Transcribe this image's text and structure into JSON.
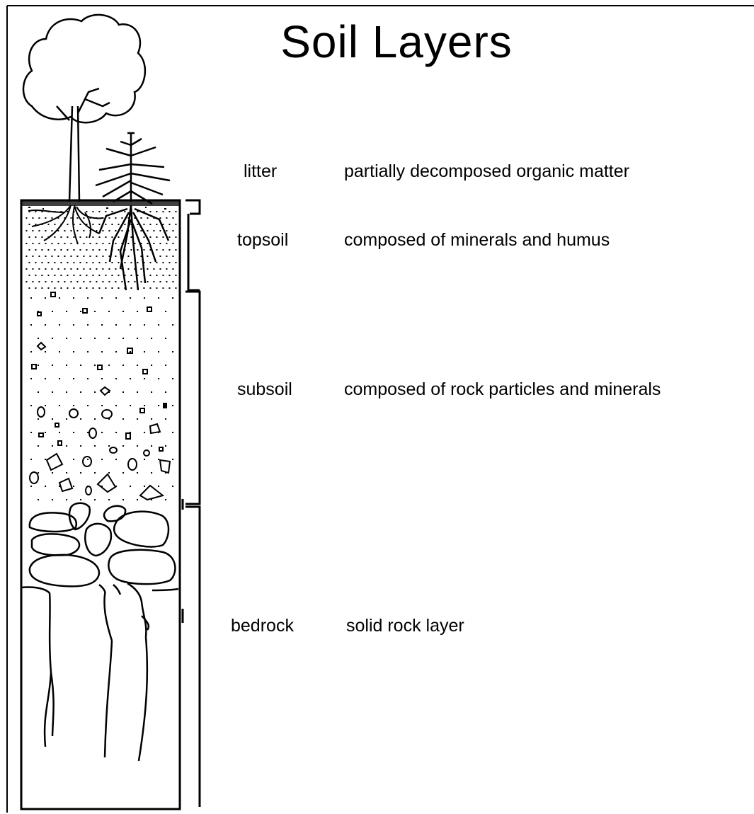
{
  "title": "Soil Layers",
  "layers": [
    {
      "name": "litter",
      "description": "partially decomposed organic matter"
    },
    {
      "name": "topsoil",
      "description": "composed of minerals and humus"
    },
    {
      "name": "subsoil",
      "description": "composed of rock particles and minerals"
    },
    {
      "name": "bedrock",
      "description": "solid rock layer"
    }
  ],
  "icons": {
    "tree": "tree-icon",
    "plant": "plant-icon",
    "roots": "roots-icon",
    "pebbles": "pebbles-icon",
    "rocks": "rocks-icon"
  },
  "colors": {
    "line": "#000000",
    "background": "#ffffff"
  }
}
